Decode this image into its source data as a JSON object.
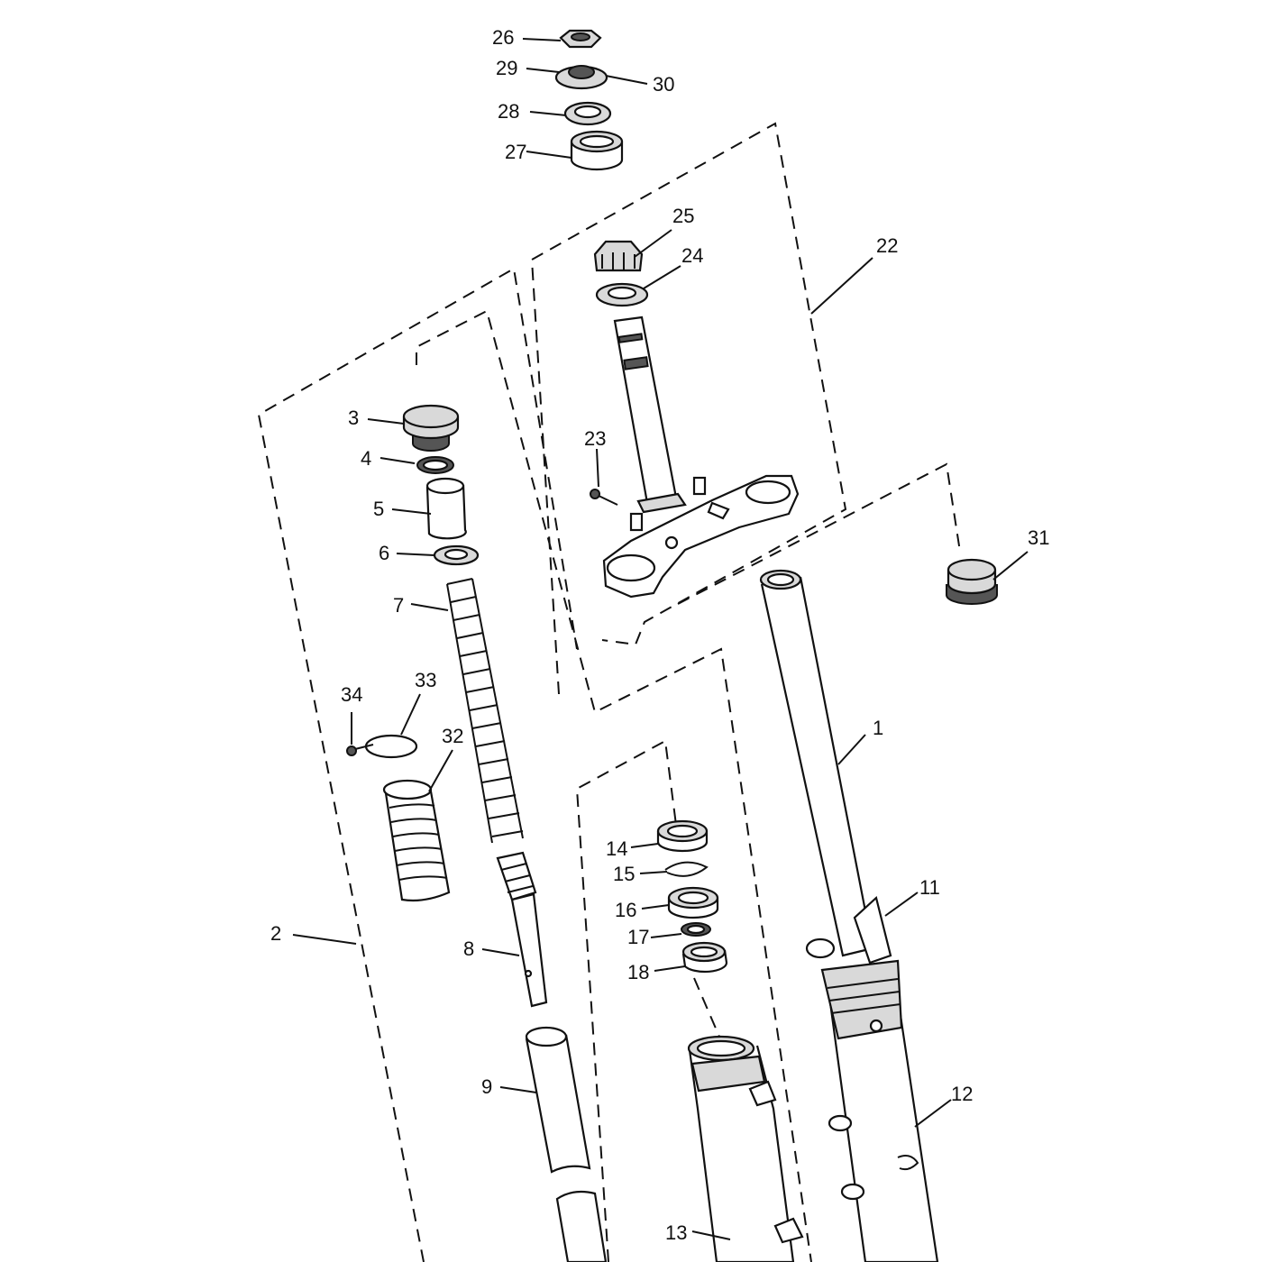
{
  "diagram": {
    "callouts": [
      {
        "id": "c1",
        "text": "1"
      },
      {
        "id": "c2",
        "text": "2"
      },
      {
        "id": "c3",
        "text": "3"
      },
      {
        "id": "c4",
        "text": "4"
      },
      {
        "id": "c5",
        "text": "5"
      },
      {
        "id": "c6",
        "text": "6"
      },
      {
        "id": "c7",
        "text": "7"
      },
      {
        "id": "c8",
        "text": "8"
      },
      {
        "id": "c9",
        "text": "9"
      },
      {
        "id": "c11",
        "text": "11"
      },
      {
        "id": "c12",
        "text": "12"
      },
      {
        "id": "c13",
        "text": "13"
      },
      {
        "id": "c14",
        "text": "14"
      },
      {
        "id": "c15",
        "text": "15"
      },
      {
        "id": "c16",
        "text": "16"
      },
      {
        "id": "c17",
        "text": "17"
      },
      {
        "id": "c18",
        "text": "18"
      },
      {
        "id": "c22",
        "text": "22"
      },
      {
        "id": "c23",
        "text": "23"
      },
      {
        "id": "c24",
        "text": "24"
      },
      {
        "id": "c25",
        "text": "25"
      },
      {
        "id": "c26",
        "text": "26"
      },
      {
        "id": "c27",
        "text": "27"
      },
      {
        "id": "c28",
        "text": "28"
      },
      {
        "id": "c29",
        "text": "29"
      },
      {
        "id": "c30",
        "text": "30"
      },
      {
        "id": "c31",
        "text": "31"
      },
      {
        "id": "c32",
        "text": "32"
      },
      {
        "id": "c33",
        "text": "33"
      },
      {
        "id": "c34",
        "text": "34"
      }
    ]
  }
}
